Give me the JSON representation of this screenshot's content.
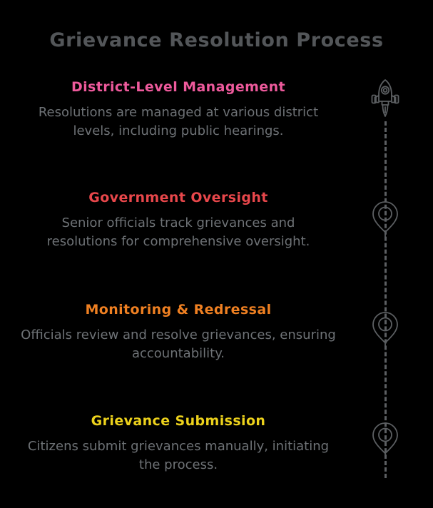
{
  "background_color": "#000000",
  "header": {
    "title": "Grievance Resolution Process",
    "title_color": "#535659"
  },
  "body_text_color": "#6e7276",
  "timeline": {
    "connector": {
      "style": "dashed",
      "color": "#5c5f62",
      "orientation": "vertical"
    },
    "nodes": [
      {
        "icon": "rocket-icon",
        "color": "#5c5f62"
      },
      {
        "icon": "map-pin-icon",
        "color": "#5c5f62"
      },
      {
        "icon": "map-pin-icon",
        "color": "#5c5f62"
      },
      {
        "icon": "map-pin-icon",
        "color": "#5c5f62"
      }
    ]
  },
  "steps": [
    {
      "heading": "District-Level Management",
      "heading_color": "#ee5a9c",
      "description": "Resolutions are managed at various district levels, including public hearings."
    },
    {
      "heading": "Government Oversight",
      "heading_color": "#e8474b",
      "description": "Senior officials track grievances and resolutions for comprehensive oversight."
    },
    {
      "heading": "Monitoring & Redressal",
      "heading_color": "#ef8022",
      "description": "Officials review and resolve grievances, ensuring accountability."
    },
    {
      "heading": "Grievance Submission",
      "heading_color": "#edd21c",
      "description": "Citizens submit grievances manually, initiating the process."
    }
  ]
}
